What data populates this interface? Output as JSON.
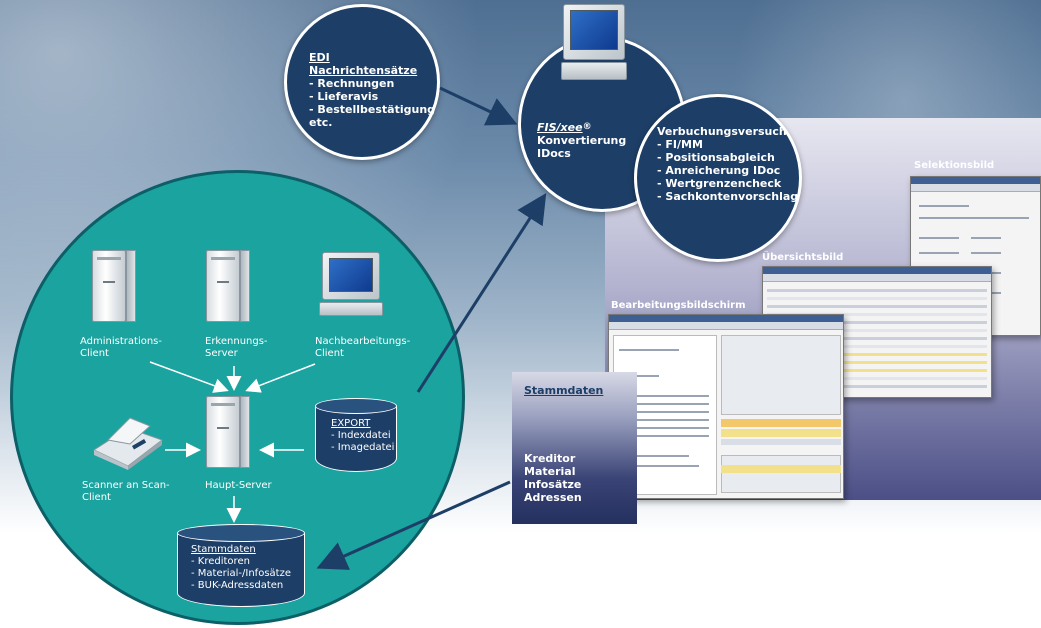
{
  "edi": {
    "title": "EDI Nachrichtensätze",
    "items": [
      "- Rechnungen",
      "- Lieferavis",
      "- Bestellbestätigung",
      "etc."
    ]
  },
  "fis": {
    "brand": "FIS/xee",
    "reg": "®",
    "line1": "Konvertierung",
    "line2": "IDocs"
  },
  "verbuchung": {
    "title": "Verbuchungsversuch",
    "items": [
      "- FI/MM",
      "- Positionsabgleich",
      "- Anreicherung IDoc",
      "- Wertgrenzencheck",
      "- Sachkontenvorschlag"
    ]
  },
  "screens": {
    "selektion": "Selektionsbild",
    "uebersicht": "Übersichtsbild",
    "bearbeitung": "Bearbeitungsbildschirm"
  },
  "stammdaten_panel": {
    "title": "Stammdaten",
    "items": [
      "Kreditor",
      "Material",
      "Infosätze",
      "Adressen"
    ]
  },
  "teal": {
    "admin": [
      "Administrations-",
      "Client"
    ],
    "erkennung": [
      "Erkennungs-",
      "Server"
    ],
    "nachbearbeitung": [
      "Nachbearbeitungs-",
      "Client"
    ],
    "scanner": [
      "Scanner an Scan-",
      "Client"
    ],
    "haupt": "Haupt-Server",
    "export": {
      "title": "EXPORT",
      "items": [
        "- Indexdatei",
        "- Imagedatei"
      ]
    },
    "stammdaten": {
      "title": "Stammdaten",
      "items": [
        "- Kreditoren",
        "- Material-/Infosätze",
        "- BUK-Adressdaten"
      ]
    }
  },
  "colors": {
    "navy": "#1d3e66",
    "teal": "#1aa39f",
    "panel": "#4b4f86"
  }
}
